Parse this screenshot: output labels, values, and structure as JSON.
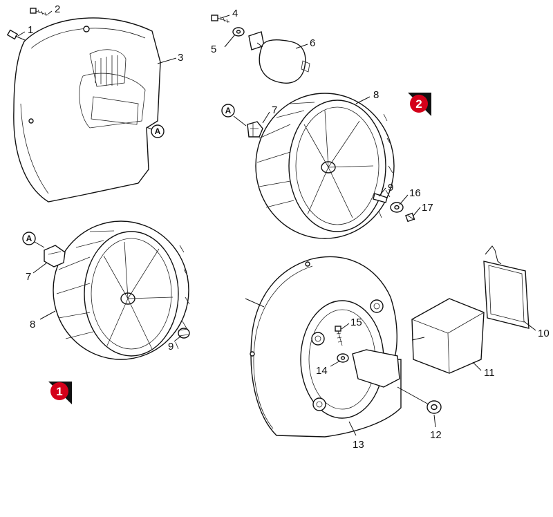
{
  "diagram": {
    "callouts": [
      "1",
      "2",
      "3",
      "4",
      "5",
      "6",
      "7",
      "8",
      "9",
      "16",
      "17",
      "7",
      "8",
      "9",
      "10",
      "11",
      "12",
      "13",
      "14",
      "15"
    ],
    "ref_markers": [
      "A",
      "A",
      "A"
    ],
    "group_badges": [
      "1",
      "2"
    ],
    "colors": {
      "badge": "#d4001a",
      "line": "#111111"
    }
  }
}
